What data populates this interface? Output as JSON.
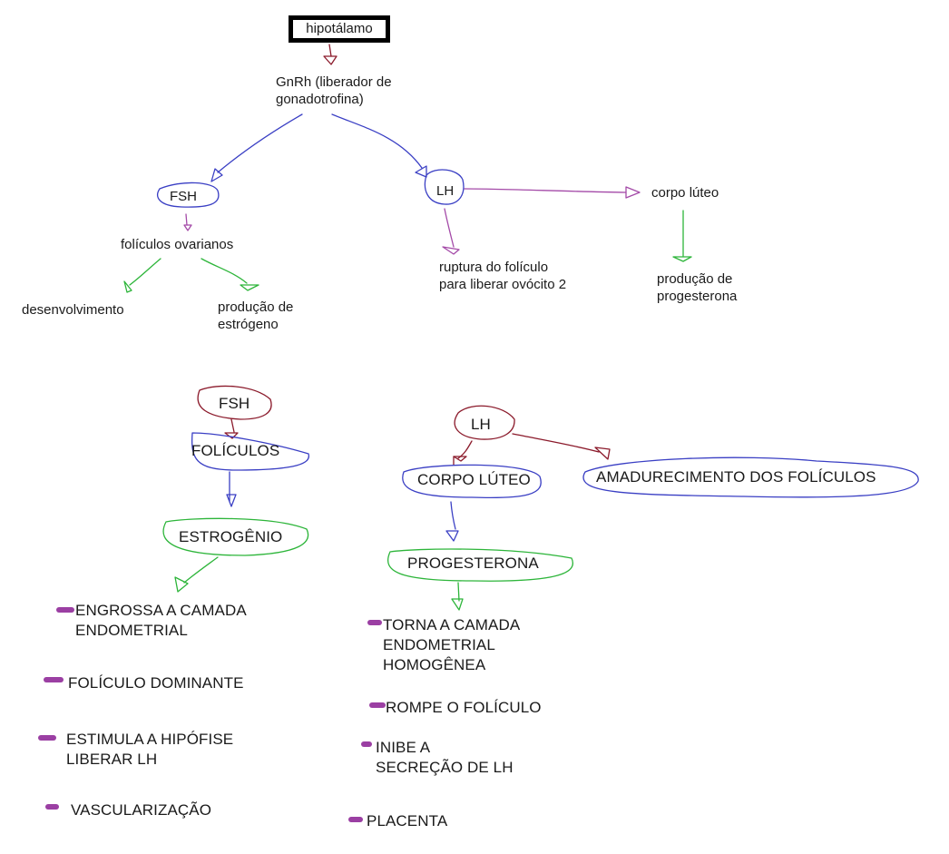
{
  "colors": {
    "maroon": "#8b1a2b",
    "blue": "#3a3fc4",
    "purple": "#a44aa8",
    "green": "#2db53a",
    "bullet": "#9b3fa3"
  },
  "top_map": {
    "root": "hipotálamo",
    "gnrh": [
      "GnRh (liberador de",
      "gonadotrofina)"
    ],
    "fsh": "FSH",
    "lh": "LH",
    "foliculos": "folículos ovarianos",
    "desenvolvimento": "desenvolvimento",
    "producao_estrogeno": [
      "produção de",
      "estrógeno"
    ],
    "ruptura": [
      "ruptura do folículo",
      "para liberar ovócito 2"
    ],
    "corpo_luteo": "corpo lúteo",
    "producao_progesterona": [
      "produção de",
      "progesterona"
    ]
  },
  "left_map": {
    "fsh": "FSH",
    "foliculos": "FOLÍCULOS",
    "estrogenio": "ESTROGÊNIO",
    "effects": [
      [
        "ENGROSSA A CAMADA",
        "ENDOMETRIAL"
      ],
      [
        "FOLÍCULO DOMINANTE"
      ],
      [
        "ESTIMULA A HIPÓFISE",
        "LIBERAR LH"
      ],
      [
        "VASCULARIZAÇÃO"
      ]
    ]
  },
  "right_map": {
    "lh": "LH",
    "corpo_luteo": "CORPO LÚTEO",
    "amadurecimento": "AMADURECIMENTO DOS FOLÍCULOS",
    "progesterona": "PROGESTERONA",
    "effects": [
      [
        "TORNA A CAMADA",
        "ENDOMETRIAL",
        "HOMOGÊNEA"
      ],
      [
        "ROMPE O FOLÍCULO"
      ],
      [
        "INIBE A",
        "SECREÇÃO DE LH"
      ],
      [
        "PLACENTA"
      ]
    ]
  }
}
